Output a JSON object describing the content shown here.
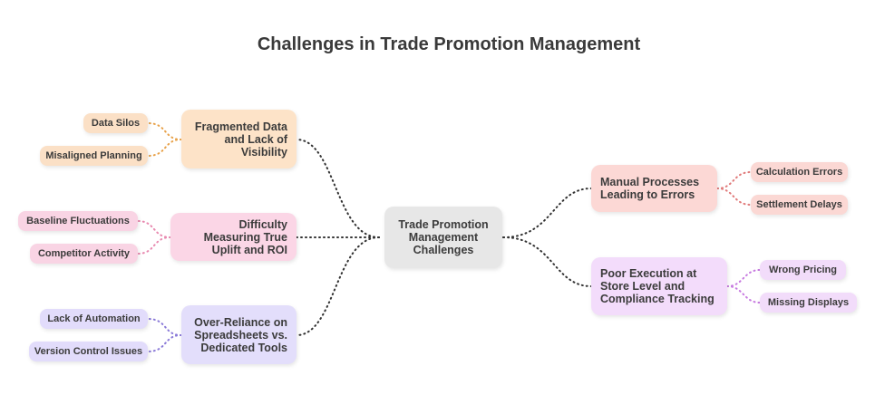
{
  "title": "Challenges in Trade Promotion Management",
  "center": {
    "label": "Trade Promotion Management Challenges"
  },
  "branches": [
    {
      "label": "Fragmented Data and Lack of Visibility",
      "color": "#fde3c8",
      "leaves": [
        "Data Silos",
        "Misaligned Planning"
      ]
    },
    {
      "label": "Difficulty Measuring True Uplift and ROI",
      "color": "#fbd6e6",
      "leaves": [
        "Baseline Fluctuations",
        "Competitor Activity"
      ]
    },
    {
      "label": "Over-Reliance on Spreadsheets vs. Dedicated Tools",
      "color": "#e3defb",
      "leaves": [
        "Lack of Automation",
        "Version Control Issues"
      ]
    },
    {
      "label": "Manual Processes Leading to Errors",
      "color": "#fcd8d5",
      "leaves": [
        "Calculation Errors",
        "Settlement Delays"
      ]
    },
    {
      "label": "Poor Execution at Store Level and Compliance Tracking",
      "color": "#f3dcfb",
      "leaves": [
        "Wrong Pricing",
        "Missing Displays"
      ]
    }
  ]
}
